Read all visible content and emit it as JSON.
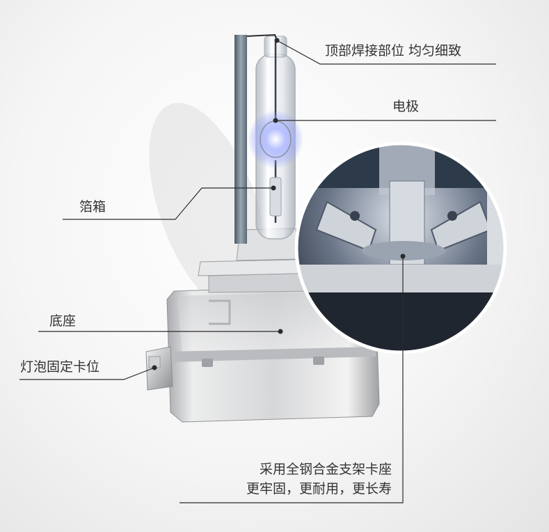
{
  "labels": {
    "top_weld": "顶部焊接部位 均匀细致",
    "electrode": "电极",
    "foil": "箔箱",
    "base": "底座",
    "clip": "灯泡固定卡位",
    "bracket_line1": "采用全钢合金支架卡座",
    "bracket_line2": "更牢固，更耐用，更长寿"
  },
  "colors": {
    "text": "#333333",
    "leader": "#2b2b2b",
    "glow": "#7b8cff",
    "base_metal": "#d9dbdd"
  }
}
